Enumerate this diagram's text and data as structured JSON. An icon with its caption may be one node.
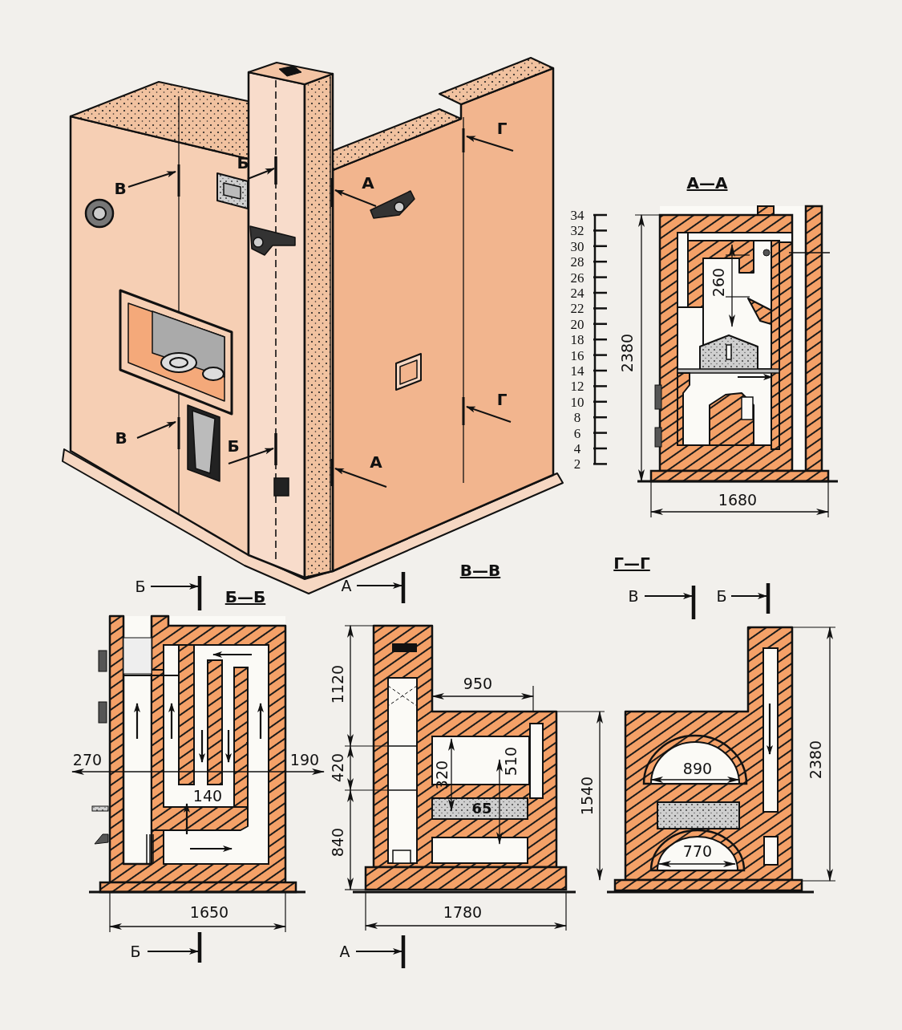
{
  "diagram": {
    "labels": [
      "Г",
      "Б",
      "А",
      "В",
      "Г",
      "В",
      "Б",
      "А",
      "А—А",
      "34",
      "32",
      "30",
      "28",
      "26",
      "24",
      "22",
      "20",
      "18",
      "16",
      "14",
      "12",
      "10",
      "8",
      "6",
      "4",
      "2",
      "2380",
      "260",
      "1680",
      "Б",
      "Б—Б",
      "В—В",
      "А",
      "Г—Г",
      "В",
      "Б",
      "1120",
      "950",
      "270",
      "190",
      "420",
      "890",
      "320",
      "510",
      "2380",
      "140",
      "65",
      "1540",
      "840",
      "770",
      "1650",
      "1780",
      "Б",
      "А"
    ]
  }
}
